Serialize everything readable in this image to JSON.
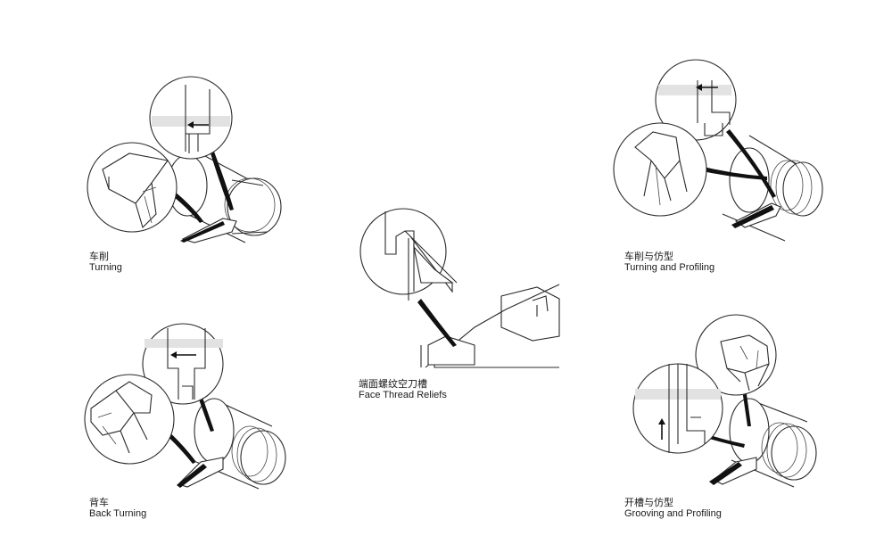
{
  "panels": [
    {
      "id": "turning",
      "cn": "车削",
      "en": "Turning"
    },
    {
      "id": "turning-profiling",
      "cn": "车削与仿型",
      "en": "Turning and Profiling"
    },
    {
      "id": "face-thread-reliefs",
      "cn": "端面螺纹空刀槽",
      "en": "Face Thread Reliefs"
    },
    {
      "id": "back-turning",
      "cn": "背车",
      "en": "Back Turning"
    },
    {
      "id": "grooving-profiling",
      "cn": "开槽与仿型",
      "en": "Grooving and Profiling"
    }
  ],
  "colors": {
    "line": "#2a2a2a",
    "shade": "#e2e2e2",
    "panel_bg": "#ffffff"
  },
  "icons": [
    "arrow-left-icon",
    "arrow-up-icon"
  ]
}
